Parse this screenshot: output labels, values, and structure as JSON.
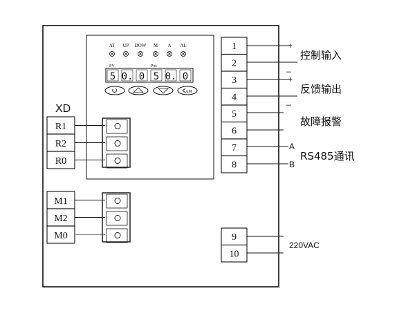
{
  "colors": {
    "line": "#111111",
    "background": "#ffffff",
    "faint": "#888888"
  },
  "panel": {
    "indicators": [
      "AT",
      "UP",
      "DOW",
      "M",
      "A",
      "AL"
    ],
    "pv_label": "PV",
    "pos_label": "Pos",
    "display_digits": [
      "5",
      "0.",
      "0",
      "5",
      "0.",
      "0"
    ],
    "buttons": [
      {
        "name": "function-key",
        "icon": "circle-arrow-icon"
      },
      {
        "name": "up-key",
        "icon": "up-triangle-icon"
      },
      {
        "name": "down-key",
        "icon": "down-triangle-icon"
      },
      {
        "name": "shift-am-key",
        "icon": "left-arrow-am-icon",
        "label": "AM"
      }
    ]
  },
  "xd": {
    "title": "XD",
    "group1": [
      "R1",
      "R2",
      "R0"
    ],
    "group2": [
      "M1",
      "M2",
      "M0"
    ]
  },
  "terminals": {
    "top": [
      "1",
      "2",
      "3",
      "4",
      "5",
      "6",
      "7",
      "8"
    ],
    "bottom": [
      "9",
      "10"
    ]
  },
  "signals": {
    "control_input": "控制输入",
    "feedback_output": "反馈输出",
    "fault_alarm": "故障报警",
    "rs485": "RS485通讯",
    "power": "220VAC",
    "plus": "+",
    "minus": "_",
    "a": "A",
    "b": "B"
  }
}
